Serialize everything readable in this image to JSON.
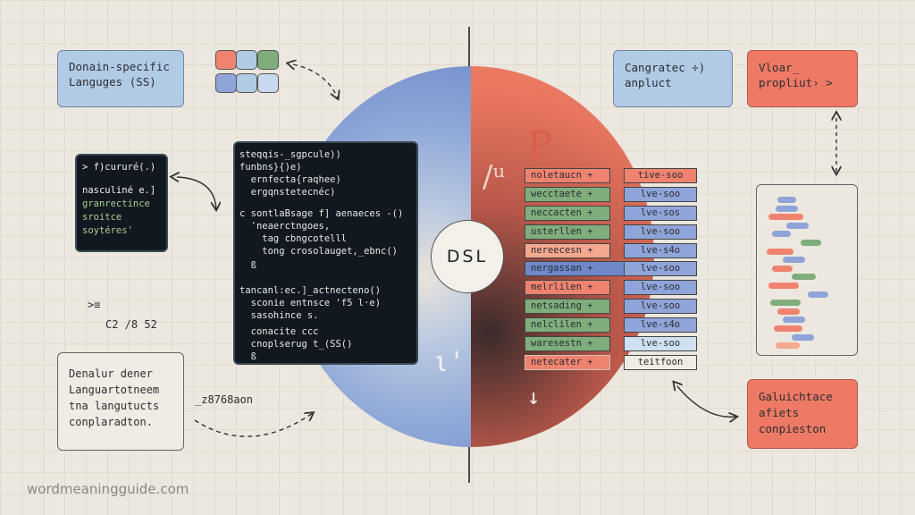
{
  "title_card": {
    "line1": "Donain-specific",
    "line2": "Languges (SS)"
  },
  "swatches": [
    "#f0836f",
    "#b2cbe5",
    "#7fae7c",
    "#8fa4d8",
    "#b2cbe5",
    "#c8d8ee"
  ],
  "terminal": {
    "prompt": "> f)cururé(.)",
    "lines": [
      "nasculiné e.]",
      "granrectince",
      "sroitce",
      "soytéres'"
    ]
  },
  "left_marks": {
    "mark": ">≡",
    "code": "C2 /8 52"
  },
  "main_code": {
    "lines": [
      "steqqis-_sgpcule))",
      "funbns}{)e)",
      "  ernfecta{raqhee)",
      "  ergqnstetecnéc)",
      "c sontlaBsage f] aenaeces -()",
      "  'neaerctngoes,",
      "    tag cbngcotelll",
      "    tong crosolauget,_ebnc()",
      "  ß",
      "",
      "tancanl:ec.]_actnecteno()",
      "  sconie entnsce 'f5 l·e)",
      "  sasohince s.",
      "  conacite ccc",
      "  cnoplserug t_(SS()",
      "  ß"
    ]
  },
  "desc_card": {
    "lines": [
      "Denalur dener",
      "Languartotneem",
      "tna langutucts",
      "conplaradton."
    ]
  },
  "annotation": "_z8768aon",
  "dsl_label": "DSL",
  "glyphs": {
    "top": "P",
    "slash": "/ᵘ",
    "right_mark": "ι'",
    "down_arrow": "↓"
  },
  "table": {
    "left": [
      {
        "text": "noletaucn +",
        "color": "#f0836f"
      },
      {
        "text": "wecctaete +",
        "color": "#7fae7c"
      },
      {
        "text": "neccacten +",
        "color": "#7fae7c"
      },
      {
        "text": "usterllen +",
        "color": "#7fae7c"
      },
      {
        "text": "nereecesn +",
        "color": "#f5a88e"
      },
      {
        "text": "nergassan +",
        "color": "#6f88c9"
      },
      {
        "text": "melrlilen +",
        "color": "#f0836f"
      },
      {
        "text": "netsading +",
        "color": "#7fae7c"
      },
      {
        "text": "nelclilen +",
        "color": "#7fae7c"
      },
      {
        "text": "waresestn +",
        "color": "#7fae7c"
      },
      {
        "text": "netecater +",
        "color": "#f0836f"
      }
    ],
    "right": [
      {
        "text": "tive-soo",
        "color": "#f0836f"
      },
      {
        "text": "lve-soo",
        "color": "#8fa4d8"
      },
      {
        "text": "lve-sos",
        "color": "#8fa4d8"
      },
      {
        "text": "lve-soo",
        "color": "#8fa4d8"
      },
      {
        "text": "lve-s4o",
        "color": "#8fa4d8"
      },
      {
        "text": "lve-soo",
        "color": "#8fa4d8"
      },
      {
        "text": "lve-soo",
        "color": "#8fa4d8"
      },
      {
        "text": "lve-soo",
        "color": "#8fa4d8"
      },
      {
        "text": "lve-s4o",
        "color": "#8fa4d8"
      },
      {
        "text": "lve-soo",
        "color": "#cfe0f2"
      },
      {
        "text": "teitfoon",
        "color": "#f0ece4"
      }
    ]
  },
  "top_right_blue": {
    "line1": "Cangratec ÷)",
    "line2": "anpluct"
  },
  "top_right_red": {
    "line1": "Vloar_",
    "line2": "propliut› >"
  },
  "bottom_right_red": {
    "lines": [
      "Galuichtace",
      "afiets",
      "conpieston"
    ]
  },
  "bars": [
    {
      "color": "#8fa4d8",
      "width": 0.18
    },
    {
      "color": "#8fa4d8",
      "width": 0.22
    },
    {
      "color": "#f0836f",
      "width": 0.34
    },
    {
      "color": "#8fa4d8",
      "width": 0.22
    },
    {
      "color": "#8fa4d8",
      "width": 0.18
    },
    {
      "color": "#7fae7c",
      "width": 0.2
    },
    {
      "color": "#f0836f",
      "width": 0.26
    },
    {
      "color": "#8fa4d8",
      "width": 0.22
    },
    {
      "color": "#f0836f",
      "width": 0.2
    },
    {
      "color": "#7fae7c",
      "width": 0.24
    },
    {
      "color": "#f0836f",
      "width": 0.3
    },
    {
      "color": "#8fa4d8",
      "width": 0.2
    },
    {
      "color": "#7fae7c",
      "width": 0.3
    },
    {
      "color": "#f0836f",
      "width": 0.22
    },
    {
      "color": "#8fa4d8",
      "width": 0.22
    },
    {
      "color": "#f0836f",
      "width": 0.28
    },
    {
      "color": "#8fa4d8",
      "width": 0.22
    },
    {
      "color": "#f5a88e",
      "width": 0.24
    }
  ],
  "watermark": "wordmeaningguide.com"
}
